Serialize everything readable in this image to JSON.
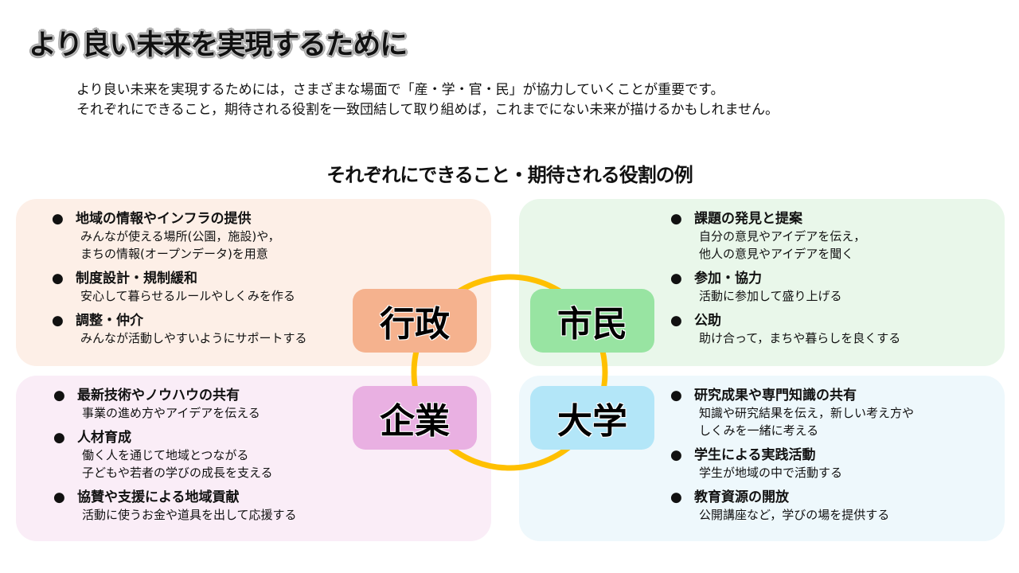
{
  "title": "より良い未来を実現するために",
  "intro": [
    "より良い未来を実現するためには，さまざまな場面で「産・学・官・民」が協力していくことが重要です。",
    "それぞれにできること，期待される役割を一致団結して取り組めば，これまでにない未来が描けるかもしれません。"
  ],
  "subtitle": "それぞれにできること・期待される役割の例",
  "bullet": "●",
  "colors": {
    "ring": "#FFC000",
    "gov": "#F5B28E",
    "citizen": "#98E4A2",
    "business": "#E9B0E2",
    "university": "#B3E6F8"
  },
  "sectors": {
    "gov": {
      "label": "行政",
      "items": [
        {
          "head": "地域の情報やインフラの提供",
          "desc": "みんなが使える場所(公園，施設)や，\nまちの情報(オープンデータ)を用意"
        },
        {
          "head": "制度設計・規制緩和",
          "desc": "安心して暮らせるルールやしくみを作る"
        },
        {
          "head": "調整・仲介",
          "desc": "みんなが活動しやすいようにサポートする"
        }
      ]
    },
    "citizen": {
      "label": "市民",
      "items": [
        {
          "head": "課題の発見と提案",
          "desc": "自分の意見やアイデアを伝え，\n他人の意見やアイデアを聞く"
        },
        {
          "head": "参加・協力",
          "desc": "活動に参加して盛り上げる"
        },
        {
          "head": "公助",
          "desc": "助け合って，まちや暮らしを良くする"
        }
      ]
    },
    "business": {
      "label": "企業",
      "items": [
        {
          "head": "最新技術やノウハウの共有",
          "desc": "事業の進め方やアイデアを伝える"
        },
        {
          "head": "人材育成",
          "desc": "働く人を通じて地域とつながる\n子どもや若者の学びの成長を支える"
        },
        {
          "head": "協賛や支援による地域貢献",
          "desc": "活動に使うお金や道具を出して応援する"
        }
      ]
    },
    "university": {
      "label": "大学",
      "items": [
        {
          "head": "研究成果や専門知識の共有",
          "desc": "知識や研究結果を伝え，新しい考え方や\nしくみを一緒に考える"
        },
        {
          "head": "学生による実践活動",
          "desc": "学生が地域の中で活動する"
        },
        {
          "head": "教育資源の開放",
          "desc": "公開講座など，学びの場を提供する"
        }
      ]
    }
  }
}
